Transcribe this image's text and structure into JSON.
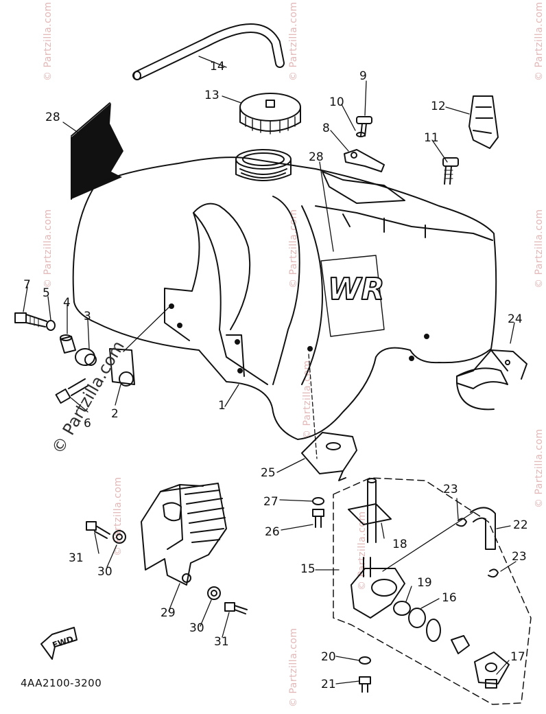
{
  "watermark": {
    "text": "© Partzilla.com",
    "main_text": "© Partzilla.com"
  },
  "diagram_code": "4AA2100-3200",
  "fwd_label": "FWD",
  "logo_text": "WR",
  "callouts": [
    {
      "id": "c1",
      "label": "1"
    },
    {
      "id": "c2",
      "label": "2"
    },
    {
      "id": "c3",
      "label": "3"
    },
    {
      "id": "c4",
      "label": "4"
    },
    {
      "id": "c5",
      "label": "5"
    },
    {
      "id": "c6",
      "label": "6"
    },
    {
      "id": "c7",
      "label": "7"
    },
    {
      "id": "c8",
      "label": "8"
    },
    {
      "id": "c9",
      "label": "9"
    },
    {
      "id": "c10",
      "label": "10"
    },
    {
      "id": "c11",
      "label": "11"
    },
    {
      "id": "c12",
      "label": "12"
    },
    {
      "id": "c13",
      "label": "13"
    },
    {
      "id": "c14",
      "label": "14"
    },
    {
      "id": "c15",
      "label": "15"
    },
    {
      "id": "c16",
      "label": "16"
    },
    {
      "id": "c17",
      "label": "17"
    },
    {
      "id": "c18",
      "label": "18"
    },
    {
      "id": "c19",
      "label": "19"
    },
    {
      "id": "c20",
      "label": "20"
    },
    {
      "id": "c21",
      "label": "21"
    },
    {
      "id": "c22",
      "label": "22"
    },
    {
      "id": "c23a",
      "label": "23"
    },
    {
      "id": "c23b",
      "label": "23"
    },
    {
      "id": "c24",
      "label": "24"
    },
    {
      "id": "c25",
      "label": "25"
    },
    {
      "id": "c26",
      "label": "26"
    },
    {
      "id": "c27",
      "label": "27"
    },
    {
      "id": "c28a",
      "label": "28"
    },
    {
      "id": "c28b",
      "label": "28"
    },
    {
      "id": "c29",
      "label": "29"
    },
    {
      "id": "c30a",
      "label": "30"
    },
    {
      "id": "c30b",
      "label": "30"
    },
    {
      "id": "c31a",
      "label": "31"
    },
    {
      "id": "c31b",
      "label": "31"
    }
  ]
}
